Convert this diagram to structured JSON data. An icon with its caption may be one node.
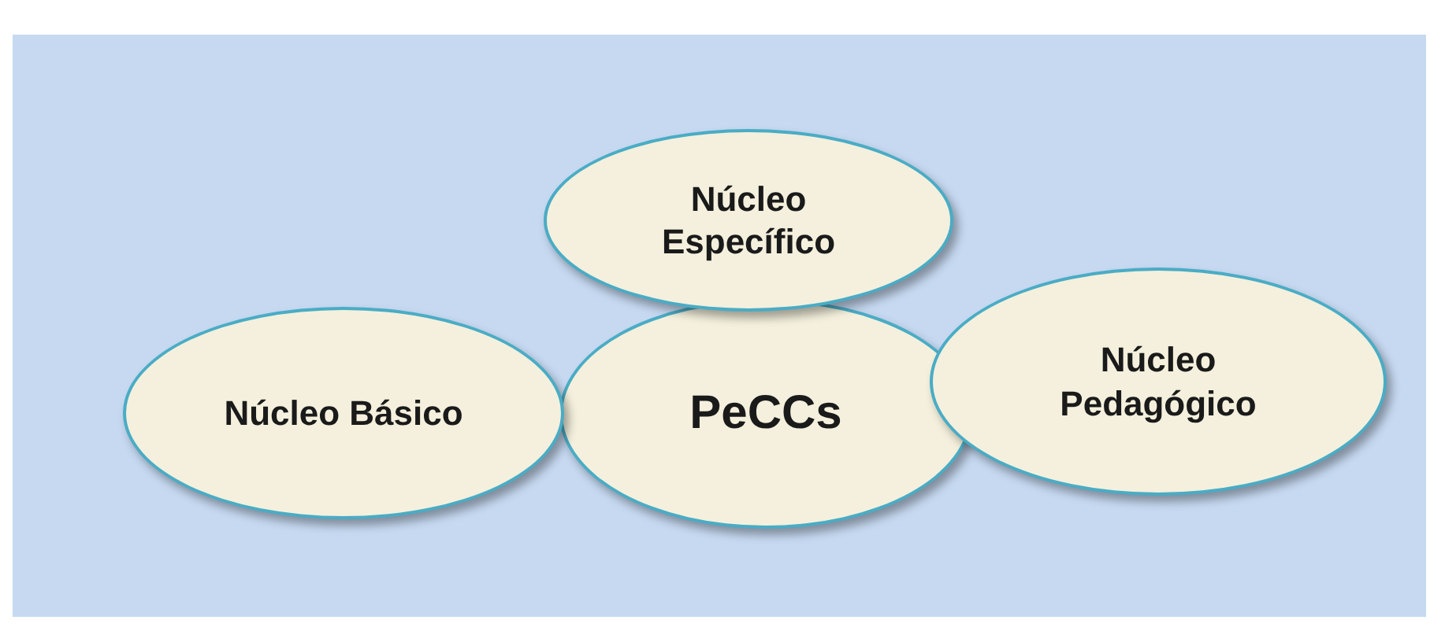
{
  "diagram": {
    "nodes": [
      {
        "text": [
          "Núcleo Específico"
        ]
      },
      {
        "text": [
          "Núcleo Básico"
        ]
      },
      {
        "text": [
          "PeCCs"
        ]
      },
      {
        "text": [
          "Núcleo Pedagógico"
        ]
      }
    ]
  }
}
